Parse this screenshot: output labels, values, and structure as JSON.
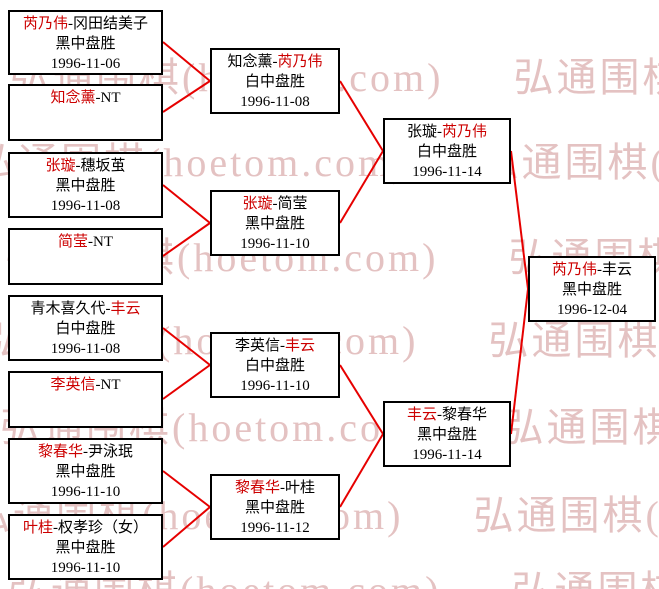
{
  "watermark": {
    "text": "弘通围棋(hoetom.com)"
  },
  "colors": {
    "connector": "#e60000",
    "winner_name": "#cc0000",
    "box_border": "#000000",
    "watermark": "#e4c2c2"
  },
  "rounds": {
    "r1": [
      {
        "pre": "",
        "red": "芮乃伟",
        "post": "-冈田结美子",
        "result": "黑中盘胜",
        "date": "1996-11-06"
      },
      {
        "pre": "",
        "red": "知念薰",
        "post": "-NT",
        "result": "",
        "date": ""
      },
      {
        "pre": "",
        "red": "张璇",
        "post": "-穗坂茧",
        "result": "黑中盘胜",
        "date": "1996-11-08"
      },
      {
        "pre": "",
        "red": "简莹",
        "post": "-NT",
        "result": "",
        "date": ""
      },
      {
        "pre": "青木喜久代-",
        "red": "丰云",
        "post": "",
        "result": "白中盘胜",
        "date": "1996-11-08"
      },
      {
        "pre": "",
        "red": "李英信",
        "post": "-NT",
        "result": "",
        "date": ""
      },
      {
        "pre": "",
        "red": "黎春华",
        "post": "-尹泳珉",
        "result": "黑中盘胜",
        "date": "1996-11-10"
      },
      {
        "pre": "",
        "red": "叶桂",
        "post": "-权孝珍（女）",
        "result": "黑中盘胜",
        "date": "1996-11-10"
      }
    ],
    "r2": [
      {
        "pre": "知念薰-",
        "red": "芮乃伟",
        "post": "",
        "result": "白中盘胜",
        "date": "1996-11-08"
      },
      {
        "pre": "",
        "red": "张璇",
        "post": "-简莹",
        "result": "黑中盘胜",
        "date": "1996-11-10"
      },
      {
        "pre": "李英信-",
        "red": "丰云",
        "post": "",
        "result": "白中盘胜",
        "date": "1996-11-10"
      },
      {
        "pre": "",
        "red": "黎春华",
        "post": "-叶桂",
        "result": "黑中盘胜",
        "date": "1996-11-12"
      }
    ],
    "r3": [
      {
        "pre": "张璇-",
        "red": "芮乃伟",
        "post": "",
        "result": "白中盘胜",
        "date": "1996-11-14"
      },
      {
        "pre": "",
        "red": "丰云",
        "post": "-黎春华",
        "result": "黑中盘胜",
        "date": "1996-11-14"
      }
    ],
    "final": [
      {
        "pre": "",
        "red": "芮乃伟",
        "post": "-丰云",
        "result": "黑中盘胜",
        "date": "1996-12-04"
      }
    ]
  }
}
